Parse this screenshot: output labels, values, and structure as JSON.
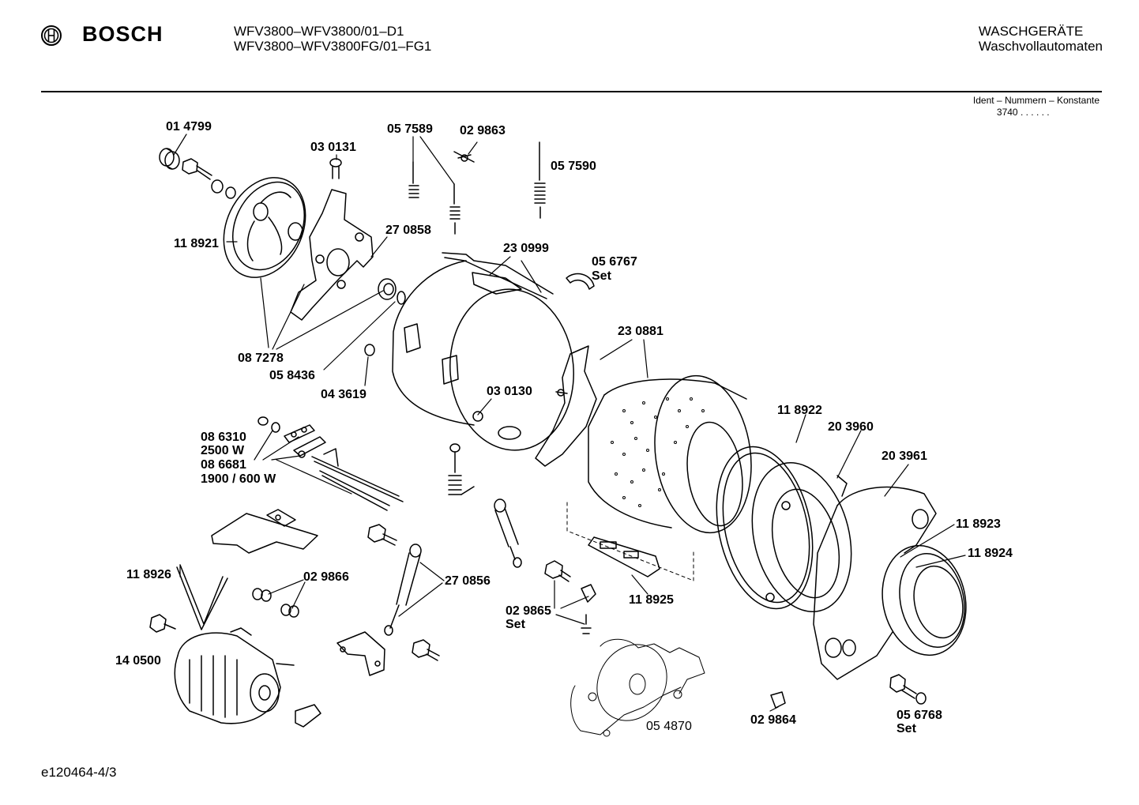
{
  "header": {
    "brand": "BOSCH",
    "model_line_1": "WFV3800–WFV3800/01–D1",
    "model_line_2": "WFV3800–WFV3800FG/01–FG1",
    "category_line_1": "WASCHGERÄTE",
    "category_line_2": "Waschvollautomaten",
    "ident_title": "Ident – Nummern – Konstante",
    "ident_value": "3740",
    "ident_dots": ". . . . . ."
  },
  "footer": {
    "doc_code": "e120464-4/3"
  },
  "parts": {
    "p014799": "01 4799",
    "p030131": "03 0131",
    "p057589": "05 7589",
    "p029863": "02 9863",
    "p057590": "05 7590",
    "p118921": "11 8921",
    "p270858": "27 0858",
    "p230999": "23 0999",
    "p056767": "05 6767",
    "p056767_set": "Set",
    "p087278": "08 7278",
    "p058436": "05 8436",
    "p043619": "04 3619",
    "p230881": "23 0881",
    "p030130": "03 0130",
    "p086310": "08 6310",
    "p086310_w": "2500 W",
    "p086681": "08 6681",
    "p086681_w": "1900 / 600 W",
    "p118922": "11 8922",
    "p203960": "20 3960",
    "p203961": "20 3961",
    "p118923": "11 8923",
    "p118924": "11 8924",
    "p118926": "11 8926",
    "p029866": "02 9866",
    "p270856": "27 0856",
    "p118925": "11 8925",
    "p029865": "02 9865",
    "p029865_set": "Set",
    "p140500": "14 0500",
    "p054870": "05 4870",
    "p029864": "02 9864",
    "p056768": "05 6768",
    "p056768_set": "Set"
  }
}
